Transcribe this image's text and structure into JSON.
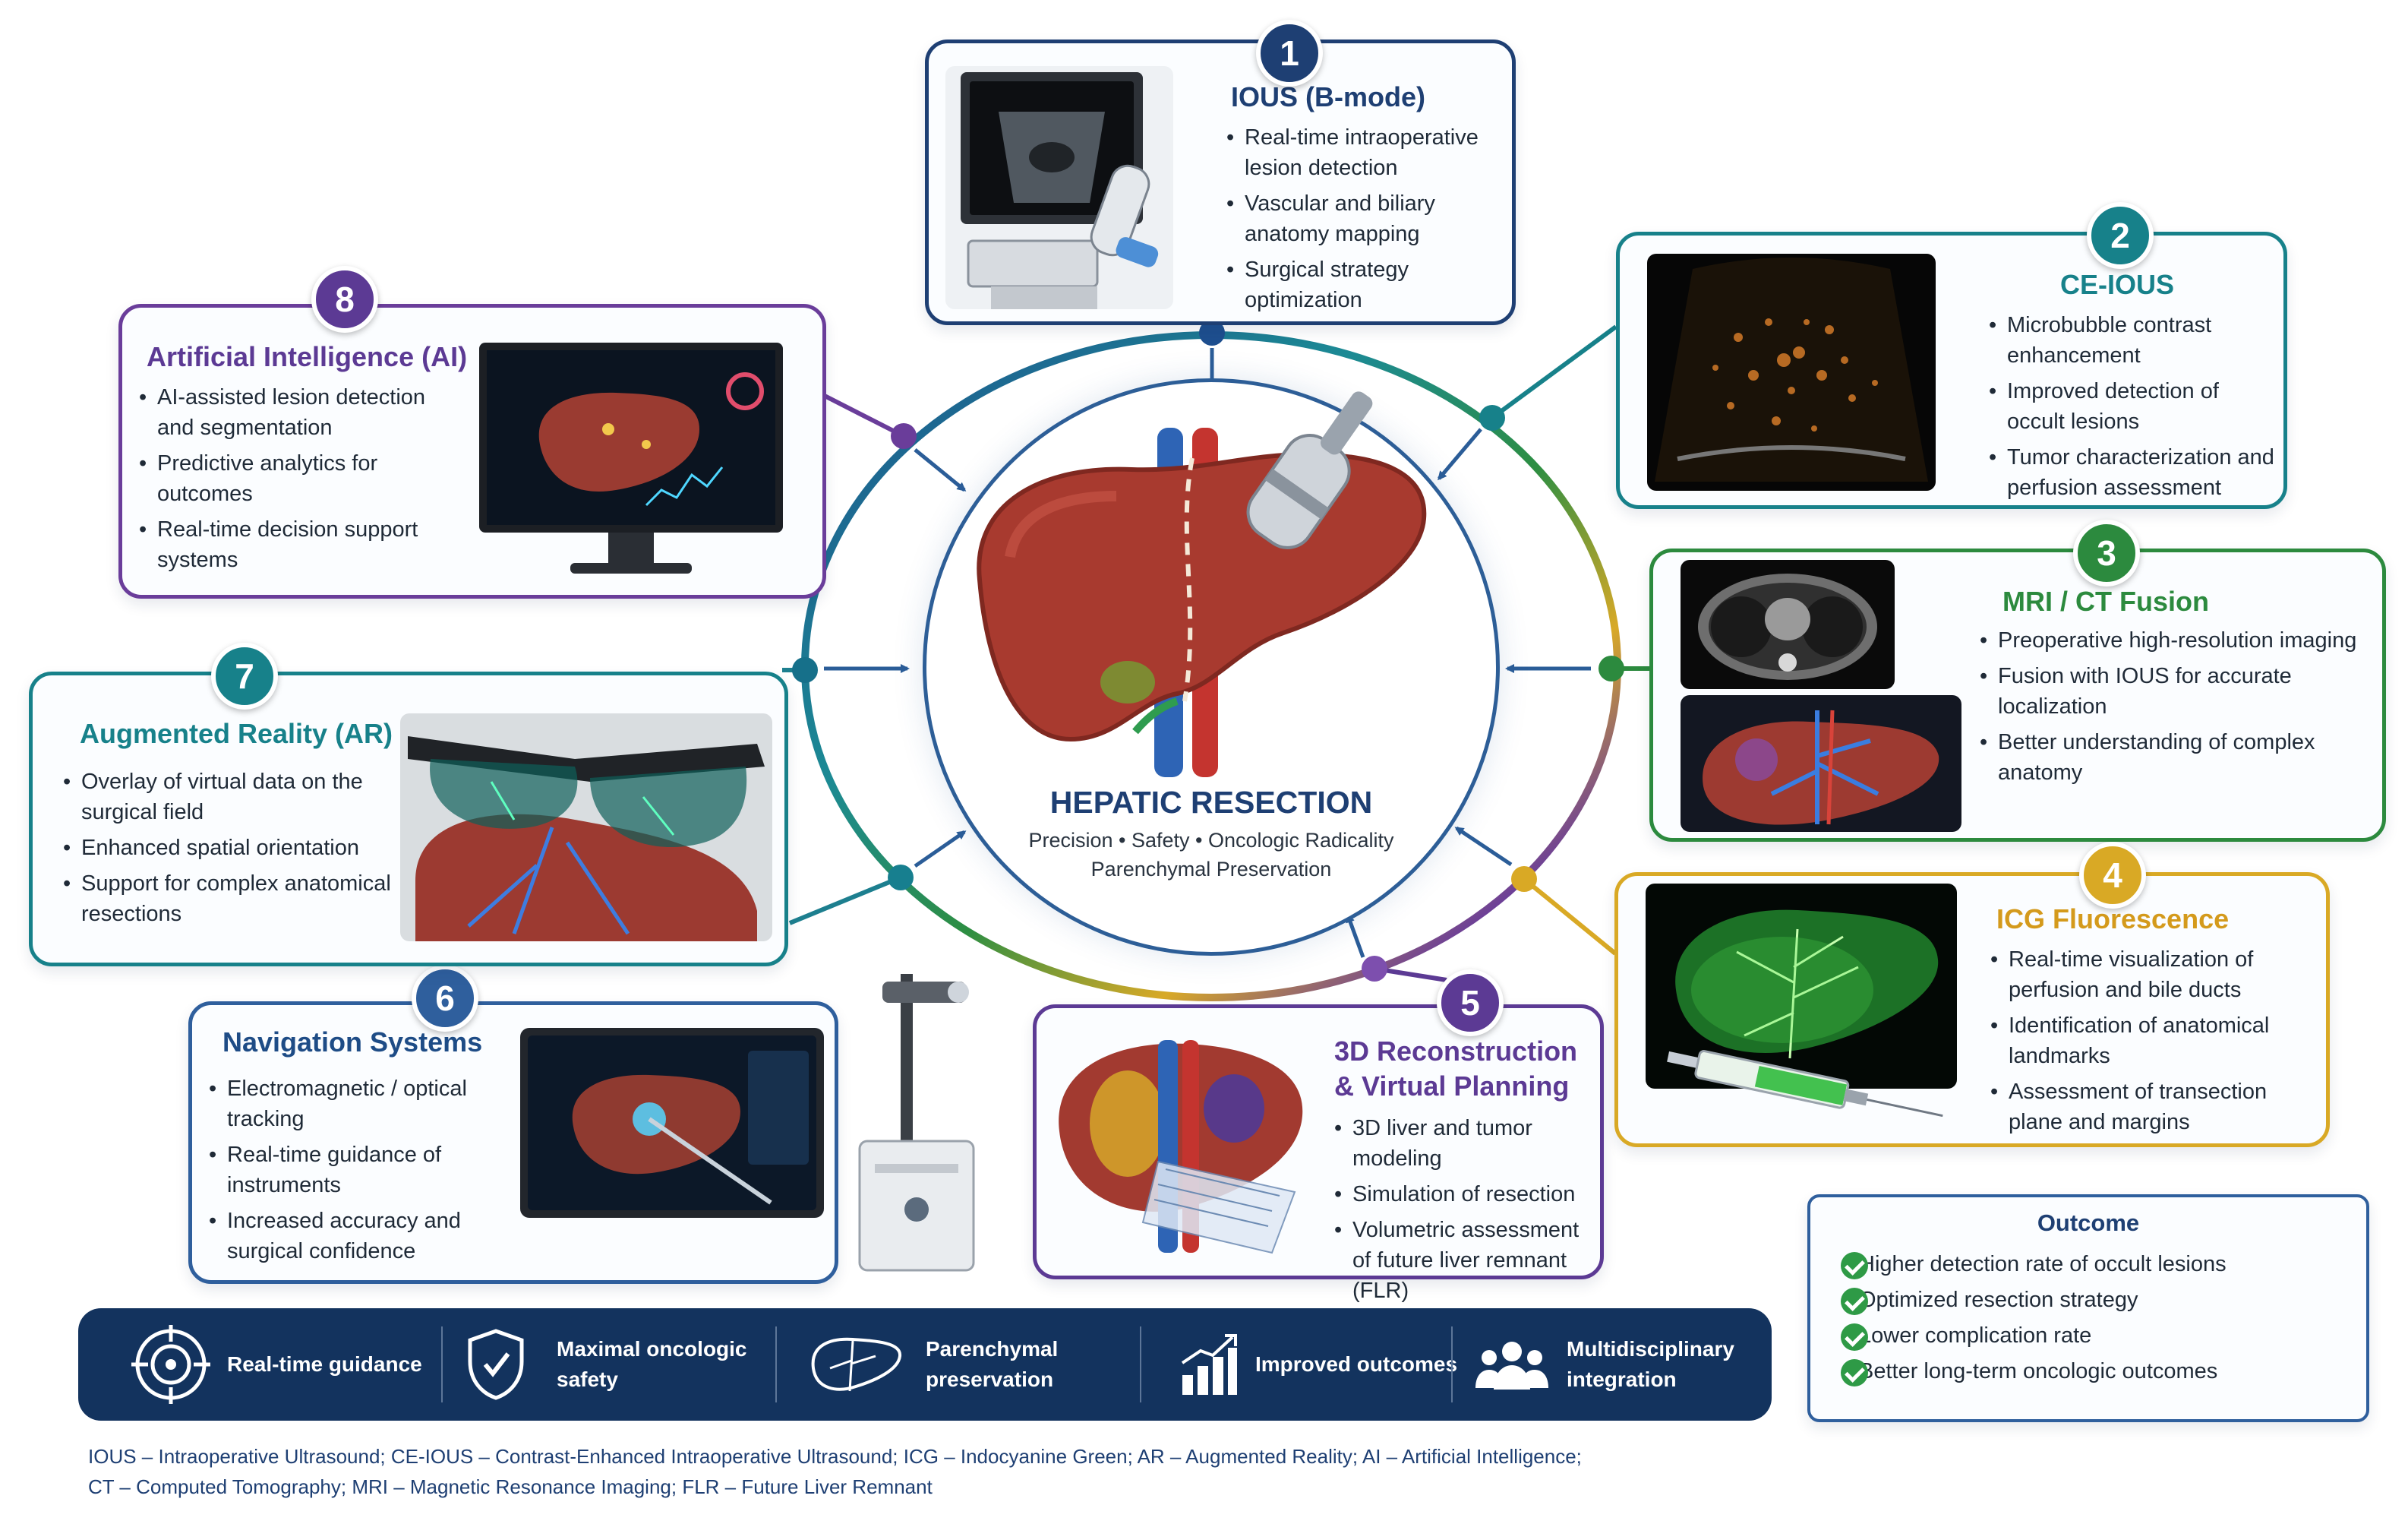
{
  "center": {
    "title": "HEPATIC RESECTION",
    "subtitle_line1": "Precision • Safety • Oncologic Radicality",
    "subtitle_line2": "Parenchymal Preservation"
  },
  "cards": {
    "c1": {
      "number": "1",
      "title": "IOUS (B-mode)",
      "bullets": [
        "Real-time intraoperative lesion detection",
        "Vascular and biliary anatomy mapping",
        "Surgical strategy optimization"
      ]
    },
    "c2": {
      "number": "2",
      "title": "CE-IOUS",
      "bullets": [
        "Microbubble contrast enhancement",
        "Improved detection of occult lesions",
        "Tumor characterization and perfusion assessment"
      ]
    },
    "c3": {
      "number": "3",
      "title": "MRI / CT Fusion",
      "bullets": [
        "Preoperative high-resolution imaging",
        "Fusion with IOUS for accurate localization",
        "Better understanding of complex anatomy"
      ]
    },
    "c4": {
      "number": "4",
      "title": "ICG Fluorescence",
      "bullets": [
        "Real-time visualization of perfusion and bile ducts",
        "Identification of anatomical landmarks",
        "Assessment of transection plane and margins"
      ]
    },
    "c5": {
      "number": "5",
      "title_line1": "3D Reconstruction",
      "title_line2": "& Virtual Planning",
      "bullets": [
        "3D liver and tumor modeling",
        "Simulation of resection",
        "Volumetric assessment of future liver remnant (FLR)"
      ]
    },
    "c6": {
      "number": "6",
      "title": "Navigation Systems",
      "bullets": [
        "Electromagnetic / optical tracking",
        "Real-time guidance of instruments",
        "Increased accuracy and surgical confidence"
      ]
    },
    "c7": {
      "number": "7",
      "title": "Augmented Reality (AR)",
      "bullets": [
        "Overlay of virtual data on the surgical field",
        "Enhanced spatial orientation",
        "Support for complex anatomical resections"
      ]
    },
    "c8": {
      "number": "8",
      "title": "Artificial Intelligence (AI)",
      "bullets": [
        "AI-assisted lesion detection and segmentation",
        "Predictive analytics for outcomes",
        "Real-time decision support systems"
      ]
    }
  },
  "outcome": {
    "title": "Outcome",
    "items": [
      "Higher detection rate of occult lesions",
      "Optimized resection strategy",
      "Lower complication rate",
      "Better long-term oncologic outcomes"
    ]
  },
  "footer_bar": {
    "items": [
      {
        "icon": "crosshair-icon",
        "line1": "Real-time guidance",
        "line2": ""
      },
      {
        "icon": "shield-icon",
        "line1": "Maximal oncologic",
        "line2": "safety"
      },
      {
        "icon": "liver-outline-icon",
        "line1": "Parenchymal",
        "line2": "preservation"
      },
      {
        "icon": "bar-chart-icon",
        "line1": "Improved outcomes",
        "line2": ""
      },
      {
        "icon": "team-icon",
        "line1": "Multidisciplinary",
        "line2": "integration"
      }
    ]
  },
  "abbreviations": {
    "line1": "IOUS – Intraoperative Ultrasound; CE-IOUS – Contrast-Enhanced Intraoperative Ultrasound; ICG – Indocyanine Green; AR – Augmented Reality; AI – Artificial Intelligence;",
    "line2": "CT – Computed Tomography; MRI – Magnetic Resonance Imaging; FLR – Future Liver Remnant"
  },
  "colors": {
    "navy": "#1e3f73",
    "teal": "#17818a",
    "green": "#2c8a3e",
    "gold": "#d9a925",
    "purple": "#5c3a94",
    "blue": "#2f5f9d",
    "footer": "#13335e"
  }
}
